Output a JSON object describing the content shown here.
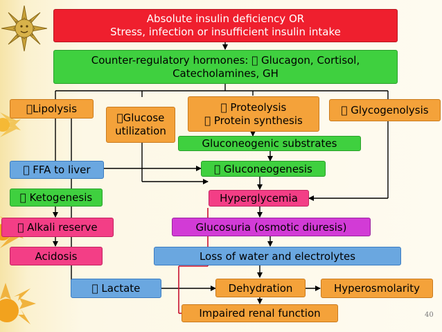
{
  "diagram": {
    "top_box": {
      "line1": "Absolute insulin deficiency OR",
      "line2": "Stress, infection or insufficient insulin intake"
    },
    "counter_box": {
      "line1": "Counter-regulatory hormones:  Glucagon, Cortisol,",
      "line2": "Catecholamines, GH"
    },
    "lipolysis": "Lipolysis",
    "glucose_util": {
      "line1": "Glucose",
      "line2": "utilization"
    },
    "proteolysis": {
      "line1": " Proteolysis",
      "line2": " Protein synthesis"
    },
    "glycogenolysis": " Glycogenolysis",
    "gluconeogenic_substrates": "Gluconeogenic substrates",
    "ffa_to_liver": " FFA to liver",
    "gluconeogenesis": " Gluconeogenesis",
    "ketogenesis": " Ketogenesis",
    "hyperglycemia": "Hyperglycemia",
    "alkali_reserve": " Alkali reserve",
    "glucosuria": "Glucosuria (osmotic diuresis)",
    "acidosis": "Acidosis",
    "loss_water": "Loss of water and electrolytes",
    "lactate": " Lactate",
    "dehydration": "Dehydration",
    "hyperosmolarity": "Hyperosmolarity",
    "impaired_renal": "Impaired renal function"
  },
  "page_number": "40",
  "colors": {
    "red": "#ef1f2e",
    "green": "#3fd03f",
    "orange": "#f4a23a",
    "blue": "#6aa7e0",
    "pink": "#f33e86",
    "magenta": "#d23bd6",
    "arrow": "#000000",
    "red_arrow": "#c8102e"
  },
  "decoration_icons": [
    "sun-icon",
    "sun-icon",
    "sun-icon",
    "sun-icon"
  ]
}
